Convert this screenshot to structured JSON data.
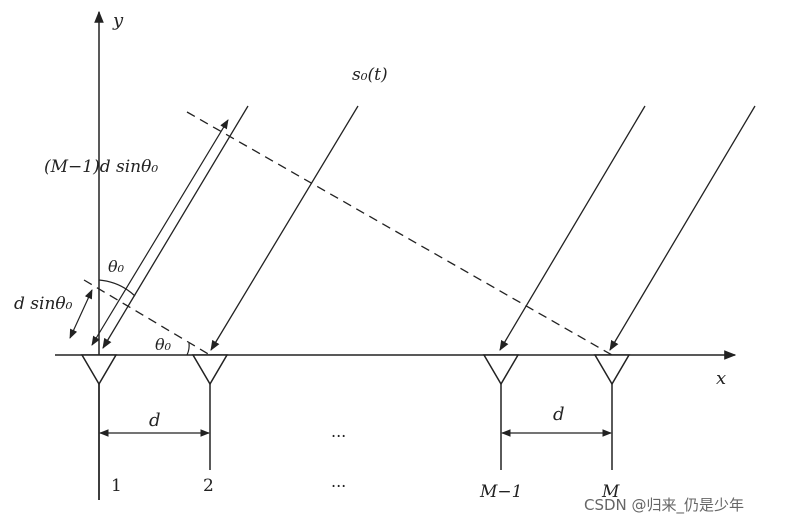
{
  "axis_labels": {
    "y": "y",
    "x": "x"
  },
  "signal_label": "s₀(t)",
  "path_difference_label": "(M−1)d sinθ₀",
  "spacing_difference_label": "d sinθ₀",
  "angle_label_top": "θ₀",
  "angle_label_bottom": "θ₀",
  "spacing_labels": {
    "left": "d",
    "right": "d"
  },
  "ellipsis": "...",
  "element_indices": [
    "1",
    "2",
    "M−1",
    "M"
  ],
  "watermark": "CSDN @归来_仍是少年",
  "colors": {
    "ink": "#222222",
    "background": "#ffffff"
  }
}
